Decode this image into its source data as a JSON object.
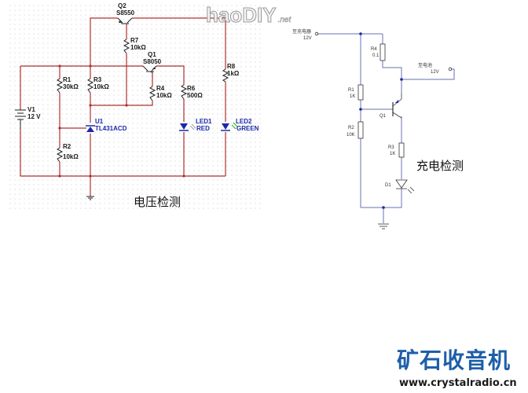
{
  "watermark": {
    "brand": "haoDIY",
    "suffix": ".net"
  },
  "voltage_circuit": {
    "title": "电压检测",
    "components": {
      "q2": {
        "ref": "Q2",
        "part": "S8550"
      },
      "q1": {
        "ref": "Q1",
        "part": "S8050"
      },
      "r7": {
        "ref": "R7",
        "value": "10kΩ"
      },
      "r8": {
        "ref": "R8",
        "value": "1kΩ"
      },
      "r1": {
        "ref": "R1",
        "value": "30kΩ"
      },
      "r3": {
        "ref": "R3",
        "value": "10kΩ"
      },
      "r4": {
        "ref": "R4",
        "value": "10kΩ"
      },
      "r6": {
        "ref": "R6",
        "value": "500Ω"
      },
      "r2": {
        "ref": "R2",
        "value": "10kΩ"
      },
      "v1": {
        "ref": "V1",
        "value": "12 V"
      },
      "u1": {
        "ref": "U1",
        "part": "TL431ACD"
      },
      "led1": {
        "ref": "LED1",
        "color": "RED"
      },
      "led2": {
        "ref": "LED2",
        "color": "GREEN"
      }
    }
  },
  "charge_circuit": {
    "title": "充电检测",
    "input": {
      "label": "至充电器",
      "voltage": "12V"
    },
    "output": {
      "label": "至电池",
      "voltage": "12V"
    },
    "components": {
      "r4": {
        "ref": "R4",
        "value": "0.1"
      },
      "r1": {
        "ref": "R1",
        "value": "1K"
      },
      "r2": {
        "ref": "R2",
        "value": "10K"
      },
      "r3": {
        "ref": "R3",
        "value": "1K"
      },
      "q1": {
        "ref": "Q1"
      },
      "d1": {
        "ref": "D1"
      }
    }
  },
  "logo": {
    "name": "矿石收音机",
    "url": "www.crystalradio.cn"
  },
  "colors": {
    "wire_red": "#b03030",
    "wire_blue": "#6a70b0",
    "label_blue": "#1b2aa8",
    "led_green": "#2eb82e",
    "logo_blue": "#1d5fa8"
  }
}
